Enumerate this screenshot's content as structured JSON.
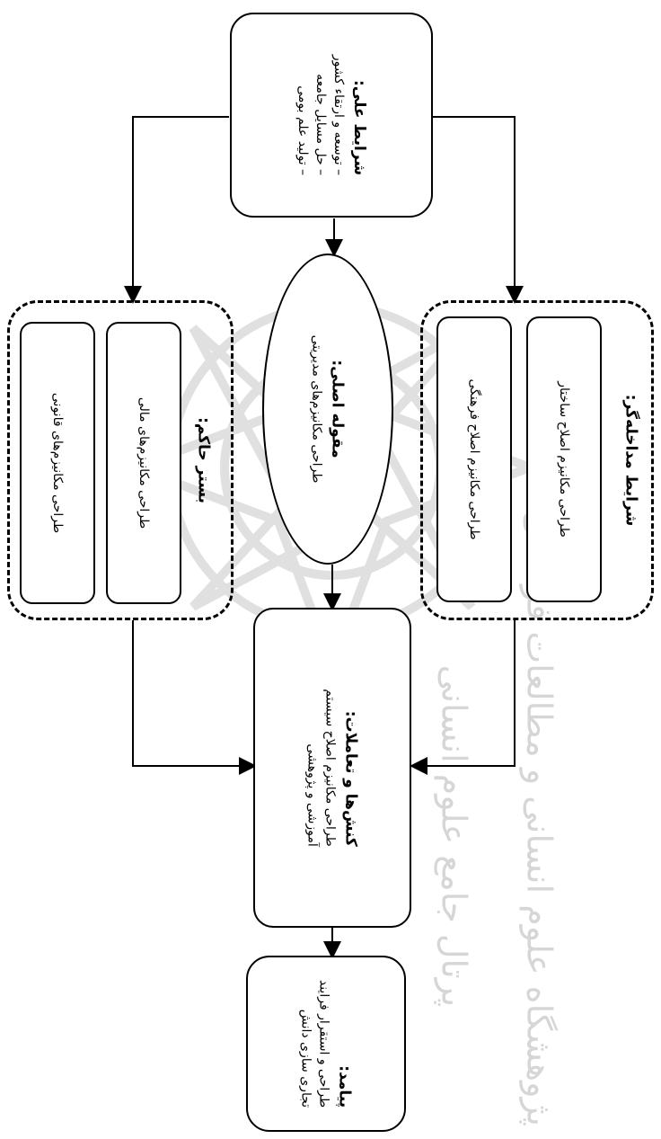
{
  "causal": {
    "title": "شرایط علی:",
    "items": [
      "– توسعه و ارتقاء کشور",
      "– حل مسایل جامعه",
      "– تولید علم بومی"
    ]
  },
  "core": {
    "title": "مقوله اصلی:",
    "text": "طراحی مکانیزم‌های مدیریتی"
  },
  "intervening": {
    "title": "شرایط مداخله‌گر:",
    "items": [
      "طراحی مکانیزم اصلاح ساختار",
      "طراحی مکانیزم اصلاح فرهنگی"
    ]
  },
  "context": {
    "title": "بستر حاکم:",
    "items": [
      "طراحی مکانیزم‌های مالی",
      "طراحی مکانیزم‌های قانونی"
    ]
  },
  "actions": {
    "title": "کنش‌ها و تعاملات:",
    "items": [
      "طراحی مکانیزم اصلاح سیستم",
      "آموزشی و پژوهشی"
    ]
  },
  "outcome": {
    "title": "پیامد:",
    "items": [
      "طراحی و استقرار فرایند",
      "تجاری سازی دانش"
    ]
  },
  "watermark": {
    "line1": "پژوهشگاه علوم انسانی و مطالعات فرهنگی",
    "line2": "پرتال جامع علوم انسانی"
  }
}
